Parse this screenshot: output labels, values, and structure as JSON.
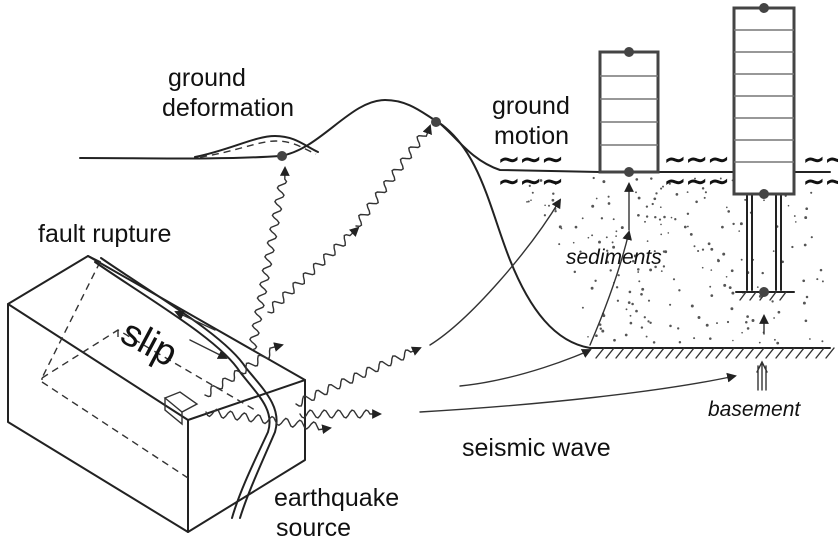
{
  "labels": {
    "ground_deformation_1": "ground",
    "ground_deformation_2": "deformation",
    "ground_motion_1": "ground",
    "ground_motion_2": "motion",
    "fault_rupture": "fault rupture",
    "slip": "slip",
    "sediments": "sediments",
    "basement": "basement",
    "seismic_wave": "seismic wave",
    "earthquake_source_1": "earthquake",
    "source_2": "source"
  },
  "symbols": {
    "ground_wave": "∼∼∼"
  },
  "colors": {
    "ink": "#222222",
    "building_outline": "#444444",
    "building_floor": "#777777",
    "sediment_speckle": "#555555"
  }
}
